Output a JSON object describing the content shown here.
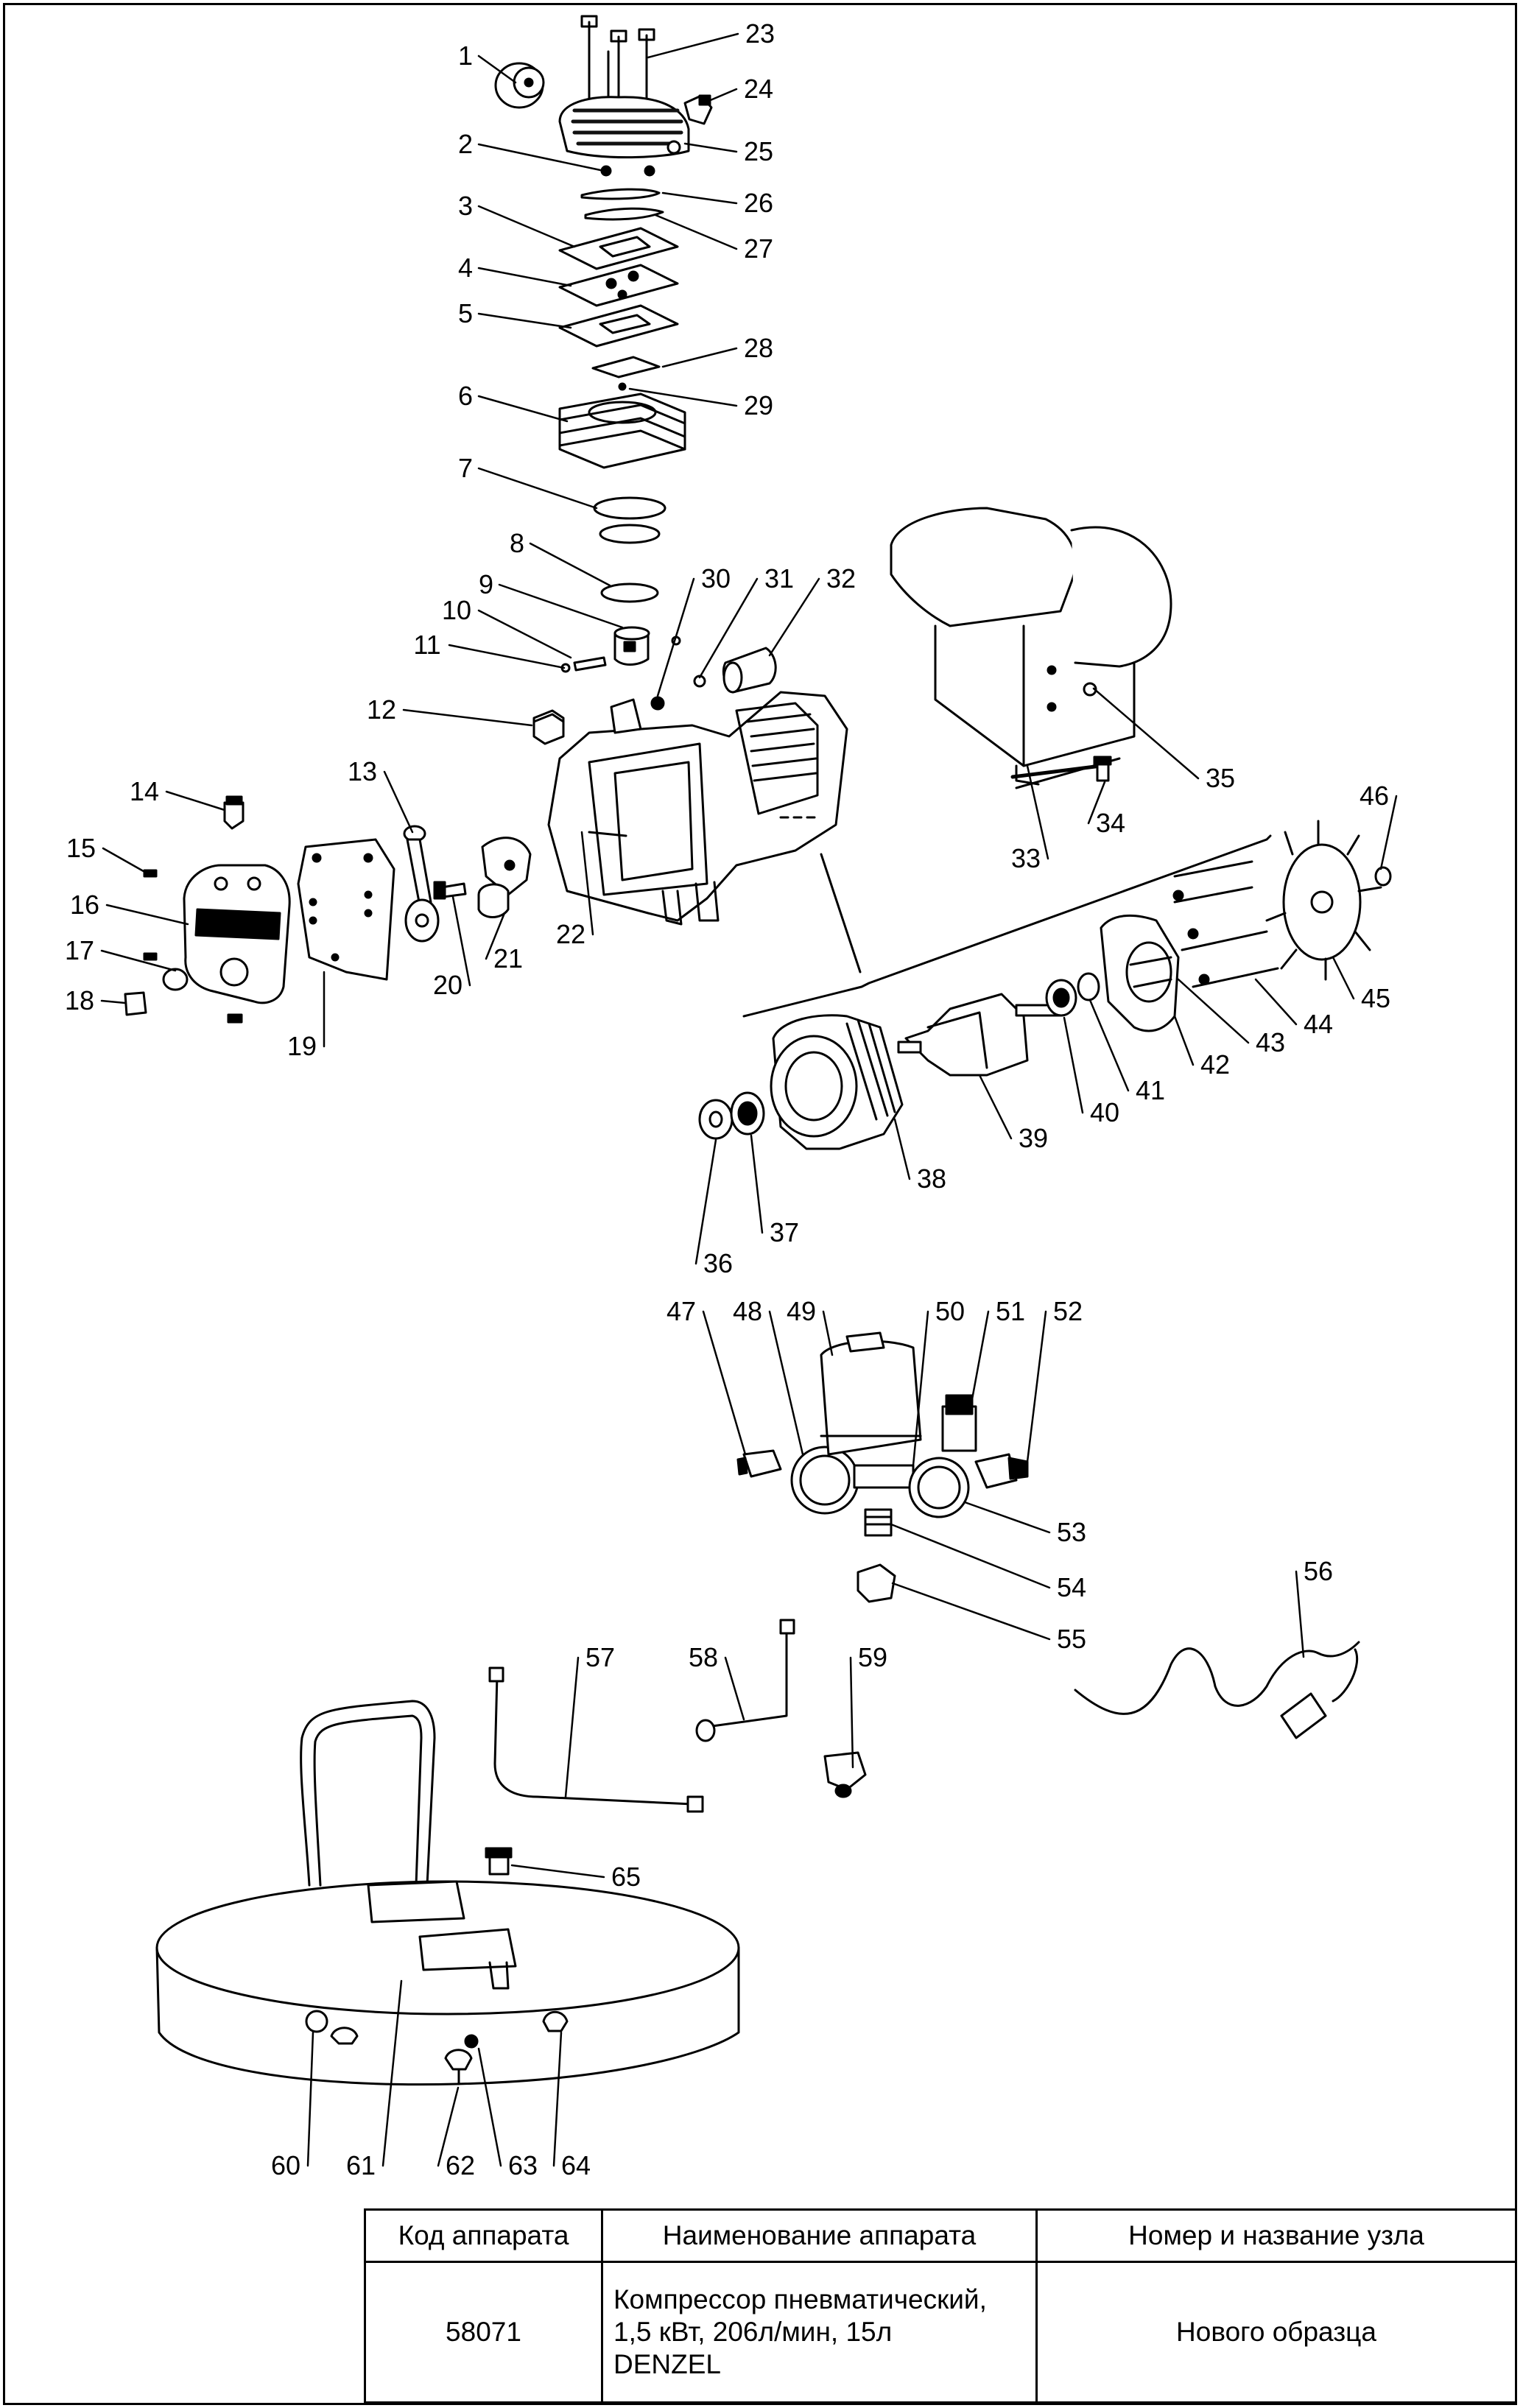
{
  "callouts": [
    "1",
    "2",
    "3",
    "4",
    "5",
    "6",
    "7",
    "8",
    "9",
    "10",
    "11",
    "12",
    "13",
    "14",
    "15",
    "16",
    "17",
    "18",
    "19",
    "20",
    "21",
    "22",
    "23",
    "24",
    "25",
    "26",
    "27",
    "28",
    "29",
    "30",
    "31",
    "32",
    "33",
    "34",
    "35",
    "36",
    "37",
    "38",
    "39",
    "40",
    "41",
    "42",
    "43",
    "44",
    "45",
    "46",
    "47",
    "48",
    "49",
    "50",
    "51",
    "52",
    "53",
    "54",
    "55",
    "56",
    "57",
    "58",
    "59",
    "60",
    "61",
    "62",
    "63",
    "64",
    "65"
  ],
  "table": {
    "headers": {
      "code": "Код аппарата",
      "name": "Наименование аппарата",
      "unit": "Номер и название узла"
    },
    "row": {
      "code": "58071",
      "name_lines": [
        "Компрессор пневматический,",
        "1,5 кВт, 206л/мин, 15л",
        "DENZEL"
      ],
      "unit": "Нового образца"
    }
  }
}
